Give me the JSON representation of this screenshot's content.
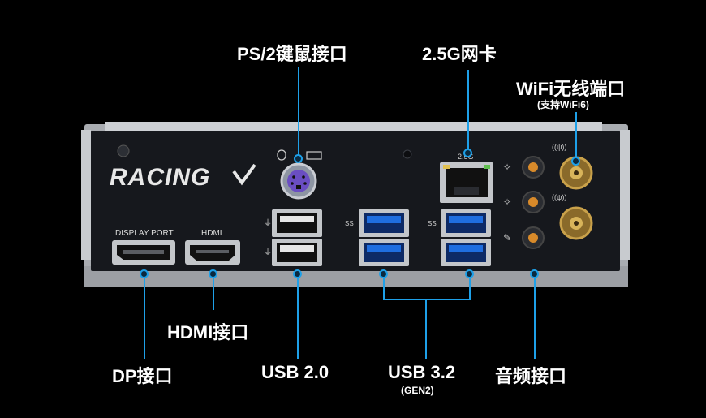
{
  "callouts": {
    "ps2": "PS/2键鼠接口",
    "lan": "2.5G网卡",
    "wifi": "WiFi无线端口",
    "wifi_sub": "(支持WiFi6)",
    "hdmi": "HDMI接口",
    "dp": "DP接口",
    "usb2": "USB 2.0",
    "usb32": "USB 3.2",
    "usb32_sub": "(GEN2)",
    "audio": "音频接口"
  },
  "panel": {
    "logo": "RACING",
    "displayport_label": "DISPLAY PORT",
    "hdmi_label": "HDMI",
    "lan_label": "2.5G",
    "ss_label": "SS"
  },
  "colors": {
    "accent": "#1ea0e8",
    "plate": "#16181d",
    "frame": "#b9bcc0",
    "usb3_blue": "#1f6ee0"
  }
}
